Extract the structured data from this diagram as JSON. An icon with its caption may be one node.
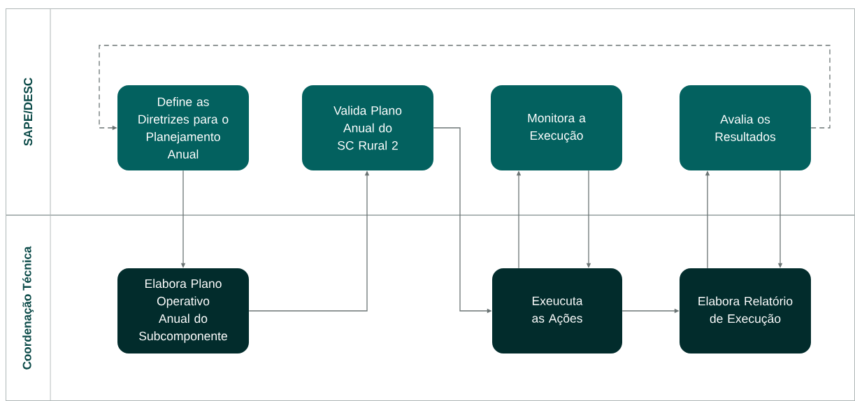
{
  "diagram": {
    "nodes": [
      {
        "text": [
          "SAPE/DESC"
        ]
      },
      {
        "text": [
          "Define as Diretrizes para o Planejamento Anual"
        ],
        "in": 0
      },
      {
        "text": [
          "Valida Plano Anual do SC Rural 2"
        ],
        "in": 0
      },
      {
        "text": [
          "Monitora a Execução"
        ],
        "in": 0
      },
      {
        "text": [
          "Avalia os Resultados"
        ],
        "in": 0
      },
      {
        "text": [
          "Coordenação Técnica"
        ]
      },
      {
        "text": [
          "Elabora Plano Operativo Anual do Subcomponente"
        ],
        "in": 5
      },
      {
        "text": [
          "Exeucuta as Ações"
        ],
        "in": 5
      },
      {
        "text": [
          "Elabora Relatório de Execução"
        ],
        "in": 5
      }
    ],
    "edges": [
      {
        "from": 1,
        "to": 6,
        "arrow": "to"
      },
      {
        "from": 6,
        "to": 2,
        "arrow": "to"
      },
      {
        "from": 2,
        "to": 7,
        "arrow": "to"
      },
      {
        "from": 7,
        "to": 3,
        "arrow": "to"
      },
      {
        "from": 3,
        "to": 7,
        "arrow": "to"
      },
      {
        "from": 7,
        "to": 8,
        "arrow": "to"
      },
      {
        "from": 8,
        "to": 4,
        "arrow": "to"
      },
      {
        "from": 4,
        "to": 8,
        "arrow": "to"
      },
      {
        "from": 4,
        "to": 1,
        "arrow": "to",
        "style": "dashed"
      }
    ]
  }
}
